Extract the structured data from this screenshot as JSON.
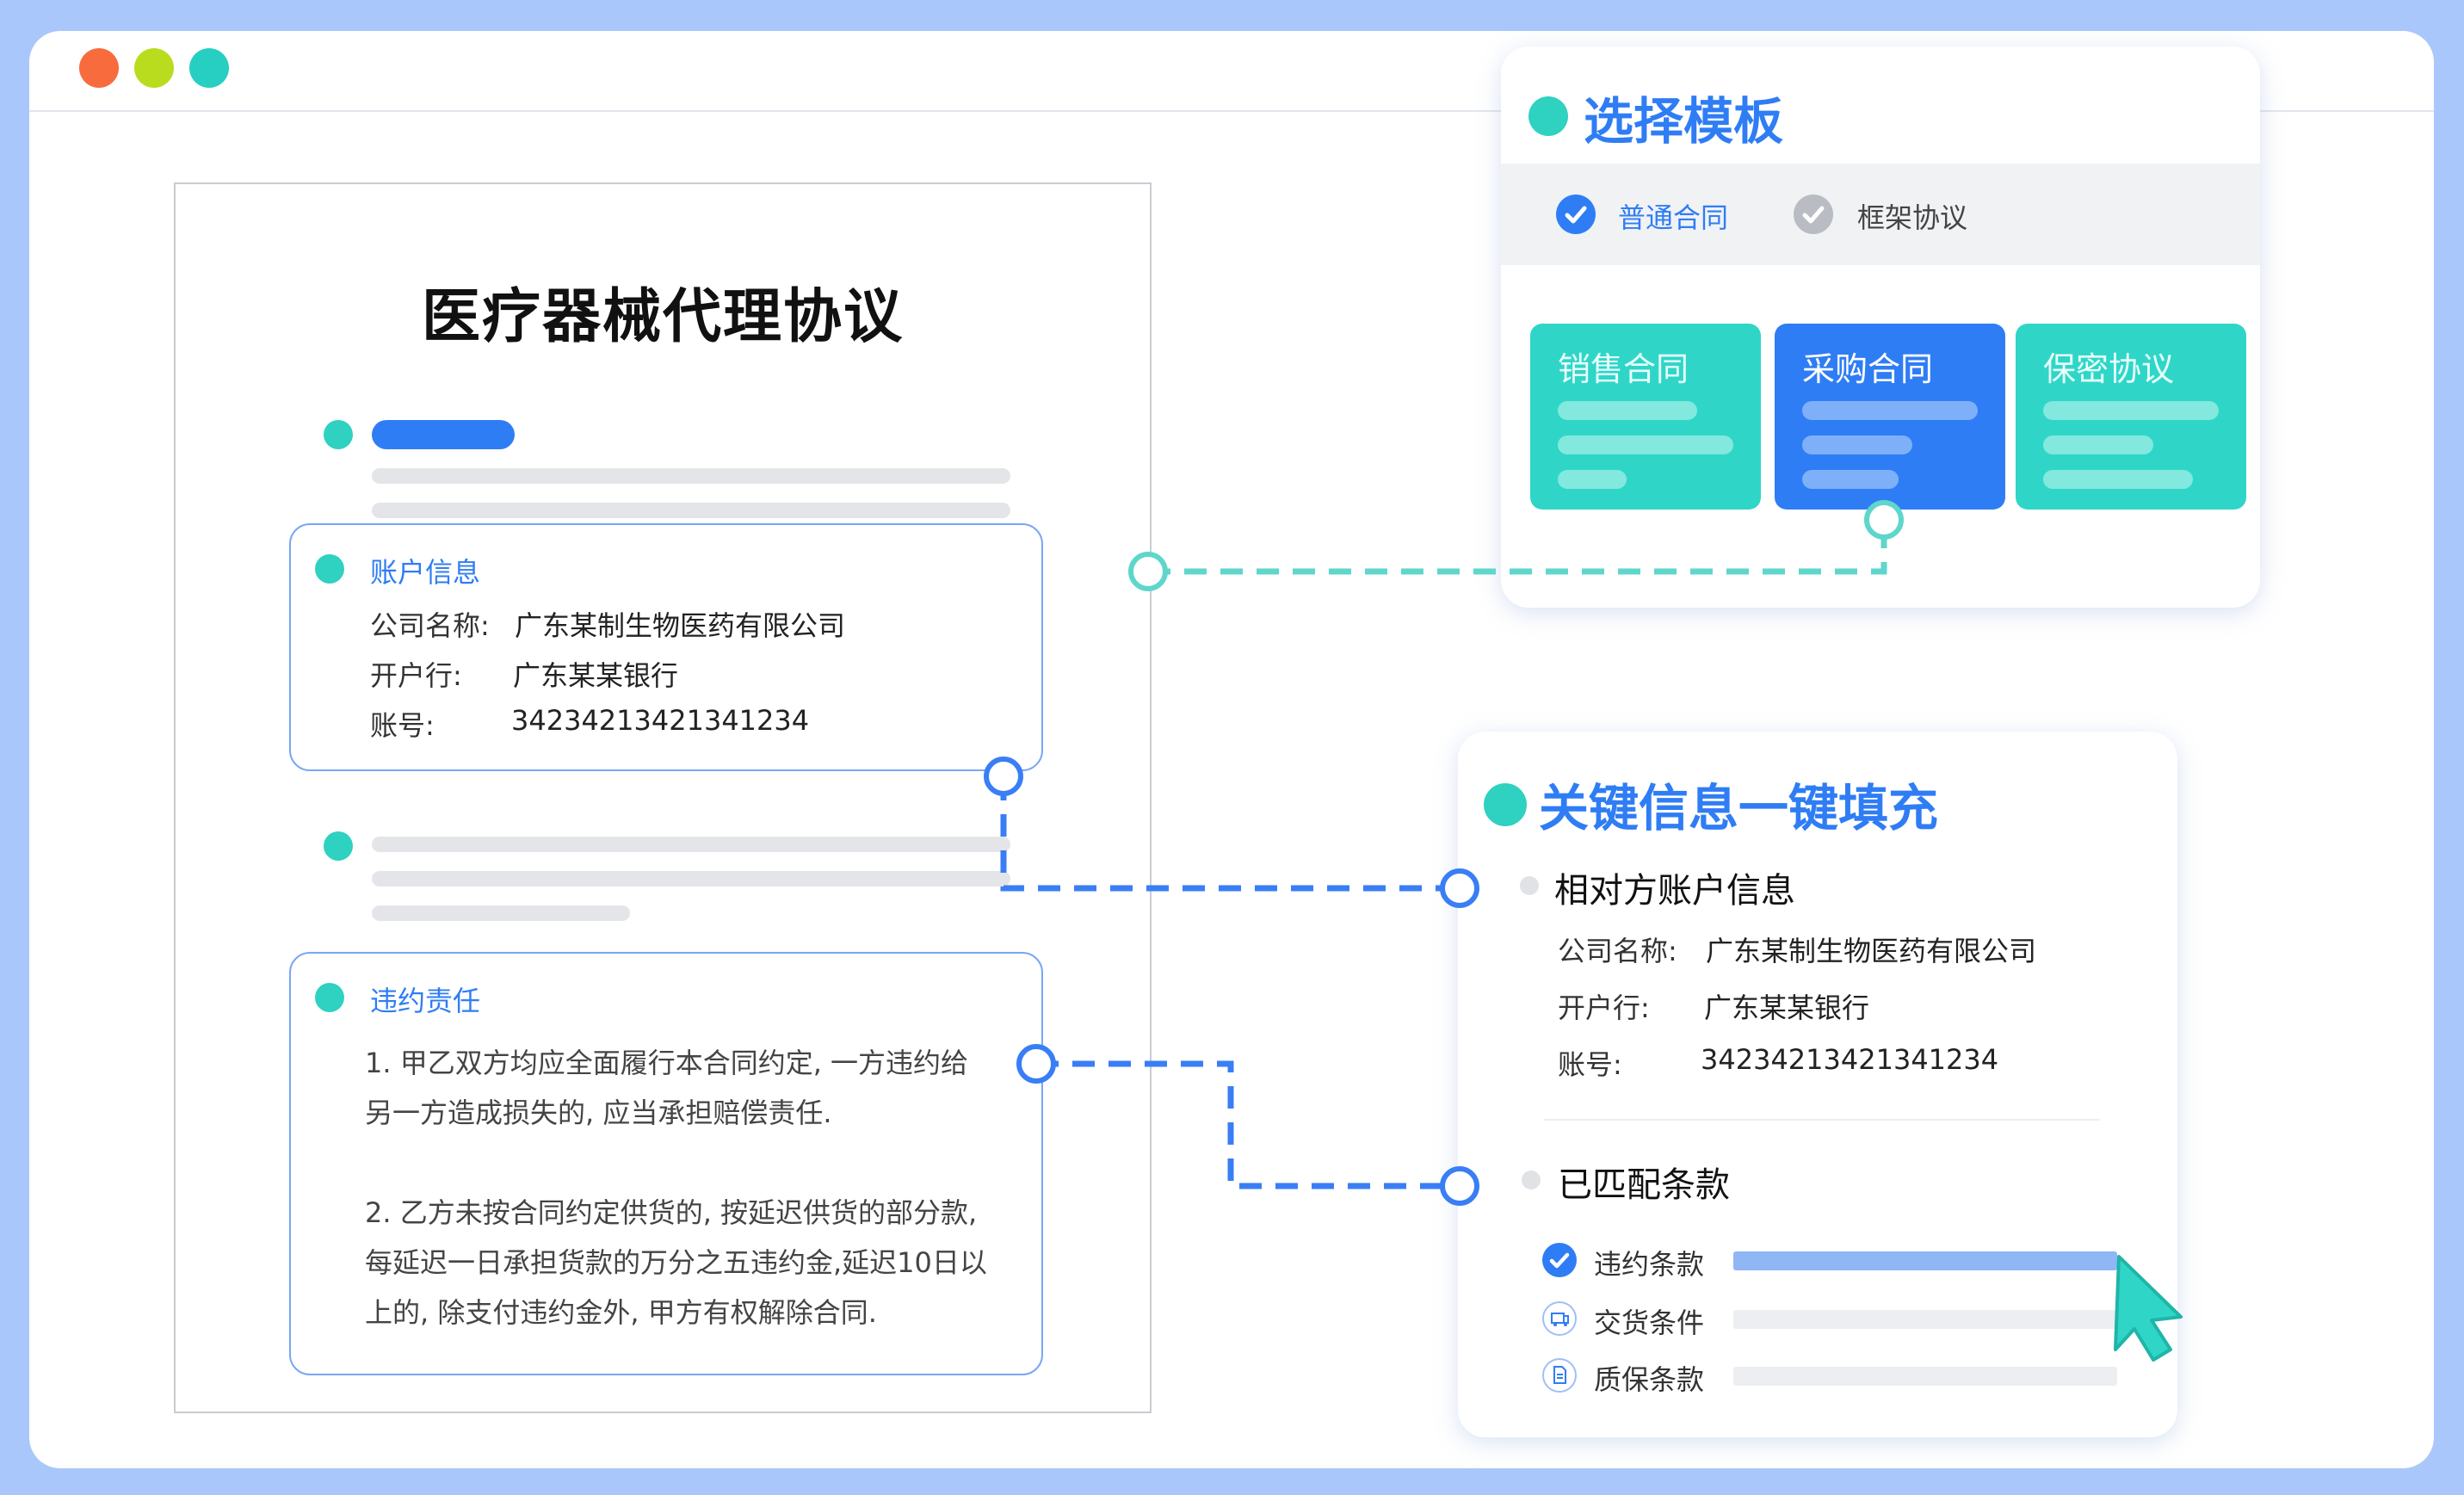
{
  "window": {
    "traffic_lights": {
      "close": "#f86b3d",
      "minimize": "#b9dc1f",
      "maximize": "#26cfc2"
    }
  },
  "document": {
    "title": "医疗器械代理协议",
    "account_card": {
      "title": "账户信息",
      "rows": [
        {
          "label": "公司名称:",
          "value": "广东某制生物医药有限公司"
        },
        {
          "label": "开户行:",
          "value": "广东某某银行"
        },
        {
          "label": "账号:",
          "value": "34234213421341234"
        }
      ]
    },
    "breach_card": {
      "title": "违约责任",
      "paragraphs": [
        "1. 甲乙双方均应全面履行本合同约定, 一方违约给",
        "另一方造成损失的, 应当承担赔偿责任.",
        "2. 乙方未按合同约定供货的, 按延迟供货的部分款,",
        "每延迟一日承担货款的万分之五违约金,延迟10日以",
        "上的, 除支付违约金外, 甲方有权解除合同."
      ]
    }
  },
  "template_panel": {
    "title": "选择模板",
    "tabs": [
      {
        "label": "普通合同",
        "selected": true
      },
      {
        "label": "框架协议",
        "selected": false
      }
    ],
    "cards": [
      {
        "label": "销售合同",
        "color": "#2fd6c8",
        "selected": false
      },
      {
        "label": "采购合同",
        "color": "#2f7df5",
        "selected": true
      },
      {
        "label": "保密协议",
        "color": "#2fd6c8",
        "selected": false
      }
    ]
  },
  "fill_panel": {
    "title": "关键信息一键填充",
    "counterparty": {
      "heading": "相对方账户信息",
      "rows": [
        {
          "label": "公司名称:",
          "value": "广东某制生物医药有限公司"
        },
        {
          "label": "开户行:",
          "value": "广东某某银行"
        },
        {
          "label": "账号:",
          "value": "34234213421341234"
        }
      ]
    },
    "matched": {
      "heading": "已匹配条款",
      "clauses": [
        {
          "label": "违约条款",
          "icon": "check-circle-icon",
          "matched": true
        },
        {
          "label": "交货条件",
          "icon": "truck-icon",
          "matched": false
        },
        {
          "label": "质保条款",
          "icon": "document-icon",
          "matched": false
        }
      ]
    }
  },
  "colors": {
    "accent_blue": "#2f7df5",
    "accent_teal": "#2fd1c1",
    "background": "#a9c7fb"
  }
}
